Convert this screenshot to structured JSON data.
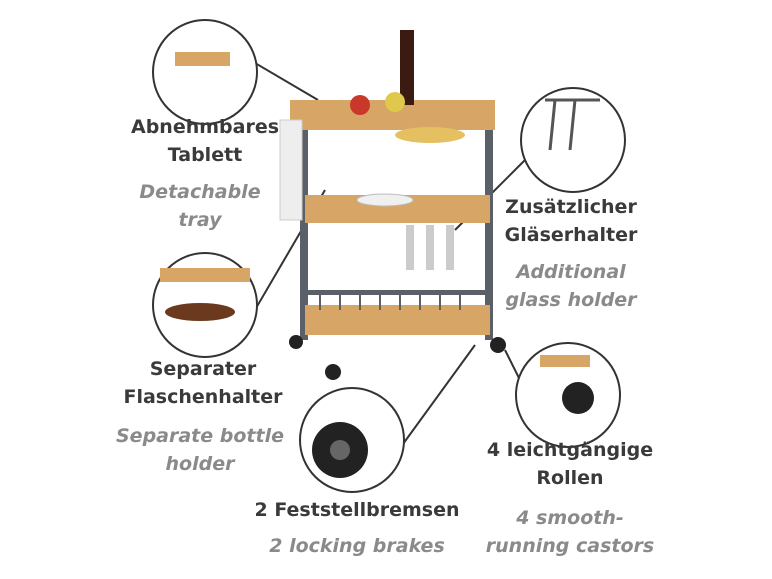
{
  "callouts": {
    "tray": {
      "de": [
        "Abnehmbares",
        "Tablett"
      ],
      "en": [
        "Detachable",
        "tray"
      ]
    },
    "glass_holder": {
      "de": [
        "Zusätzlicher",
        "Gläserhalter"
      ],
      "en": [
        "Additional",
        "glass holder"
      ]
    },
    "bottle_holder": {
      "de": [
        "Separater",
        "Flaschenhalter"
      ],
      "en": [
        "Separate bottle",
        "holder"
      ]
    },
    "castors": {
      "de": [
        "4 leichtgängige",
        "Rollen"
      ],
      "en": [
        "4 smooth-",
        "running castors"
      ]
    },
    "brakes": {
      "de": [
        "2 Feststellbremsen"
      ],
      "en": [
        "2 locking brakes"
      ]
    }
  },
  "colors": {
    "frame": "#5b6068",
    "wood": "#d7a566",
    "text": "#3a3a3a",
    "subtext": "#8a8a8a"
  }
}
